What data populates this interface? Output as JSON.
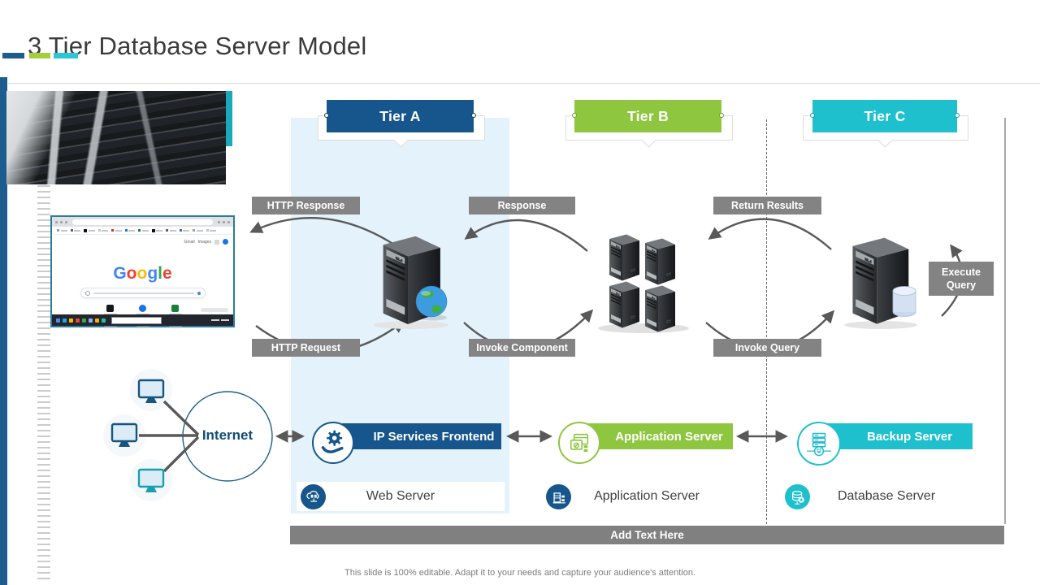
{
  "slide": {
    "title": "3 Tier Database Server Model",
    "add_text": "Add Text Here",
    "footer": "This slide is 100% editable. Adapt it to your needs and capture your audience's attention."
  },
  "tiers": {
    "a": "Tier A",
    "b": "Tier B",
    "c": "Tier C"
  },
  "flow": {
    "http_response": "HTTP Response",
    "http_request": "HTTP Request",
    "response": "Response",
    "invoke_component": "Invoke Component",
    "return_results": "Return Results",
    "invoke_query": "Invoke Query",
    "execute_query": "Execute Query"
  },
  "nodes": {
    "internet": "Internet",
    "ip_services": "IP Services Frontend",
    "application_badge": "Application Server",
    "backup_badge": "Backup Server",
    "web_server": "Web Server",
    "application_server": "Application Server",
    "database_server": "Database Server"
  },
  "browser": {
    "logo": [
      {
        "ch": "G",
        "style": "color:#4285f4"
      },
      {
        "ch": "o",
        "style": "color:#ea4335"
      },
      {
        "ch": "o",
        "style": "color:#fbbc05"
      },
      {
        "ch": "g",
        "style": "color:#4285f4"
      },
      {
        "ch": "l",
        "style": "color:#34a853"
      },
      {
        "ch": "e",
        "style": "color:#ea4335"
      }
    ],
    "gmail": "Gmail",
    "images": "Images"
  },
  "colors": {
    "tier_a_blue": "#16568c",
    "tier_b_green": "#8ec63f",
    "tier_c_cyan": "#1fc0ce",
    "label_gray": "#838383",
    "arrow_gray": "#595959",
    "panel_light_blue": "#e4f2fb"
  }
}
